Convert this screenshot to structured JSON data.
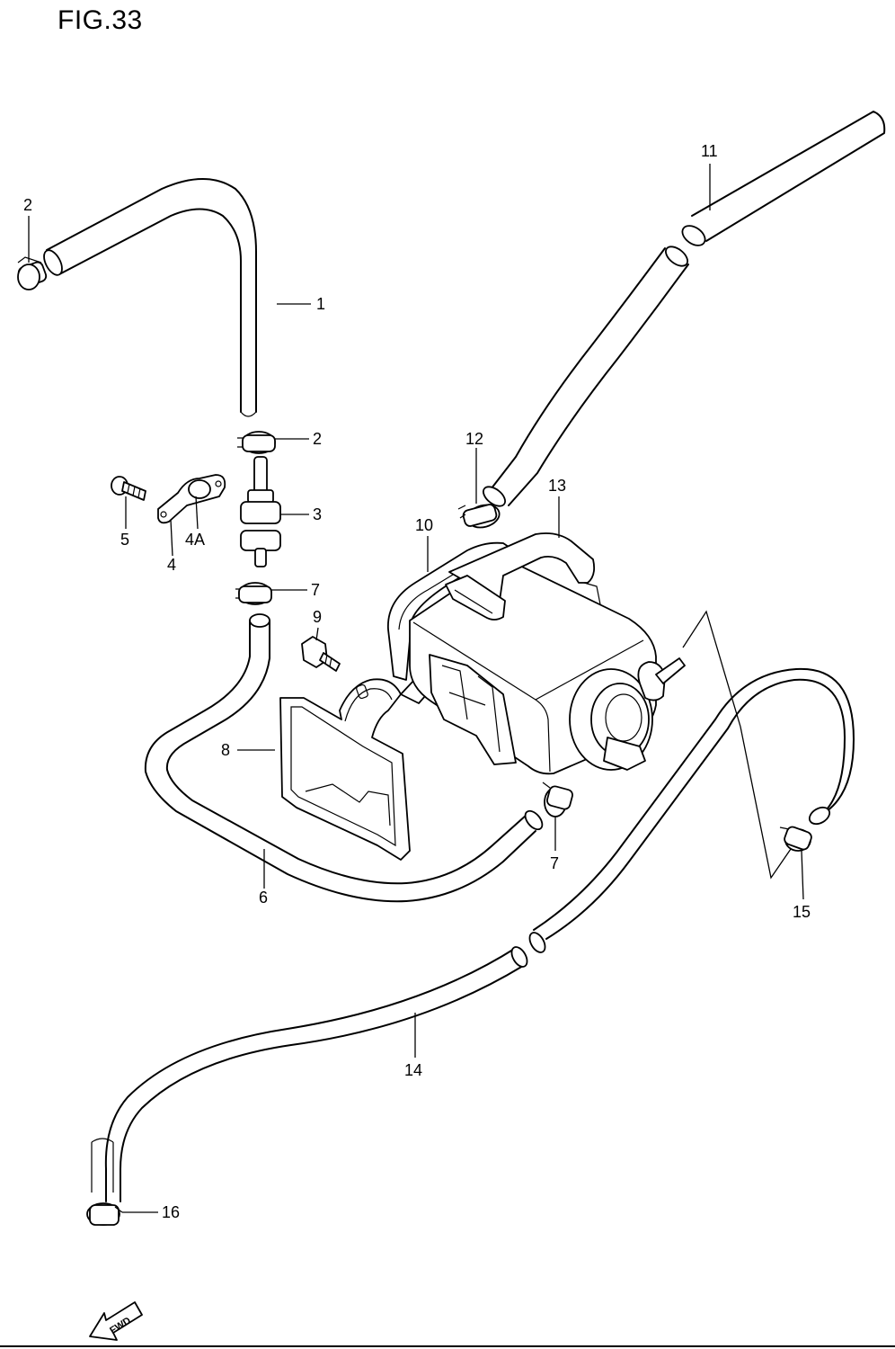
{
  "figure": {
    "title": "FIG.33",
    "fwd_label": "FWD"
  },
  "callouts": {
    "c1": "1",
    "c2a": "2",
    "c2b": "2",
    "c3": "3",
    "c4": "4",
    "c4a": "4A",
    "c5": "5",
    "c6": "6",
    "c7a": "7",
    "c7b": "7",
    "c8": "8",
    "c9": "9",
    "c10": "10",
    "c11": "11",
    "c12": "12",
    "c13": "13",
    "c14": "14",
    "c15": "15",
    "c16": "16"
  }
}
